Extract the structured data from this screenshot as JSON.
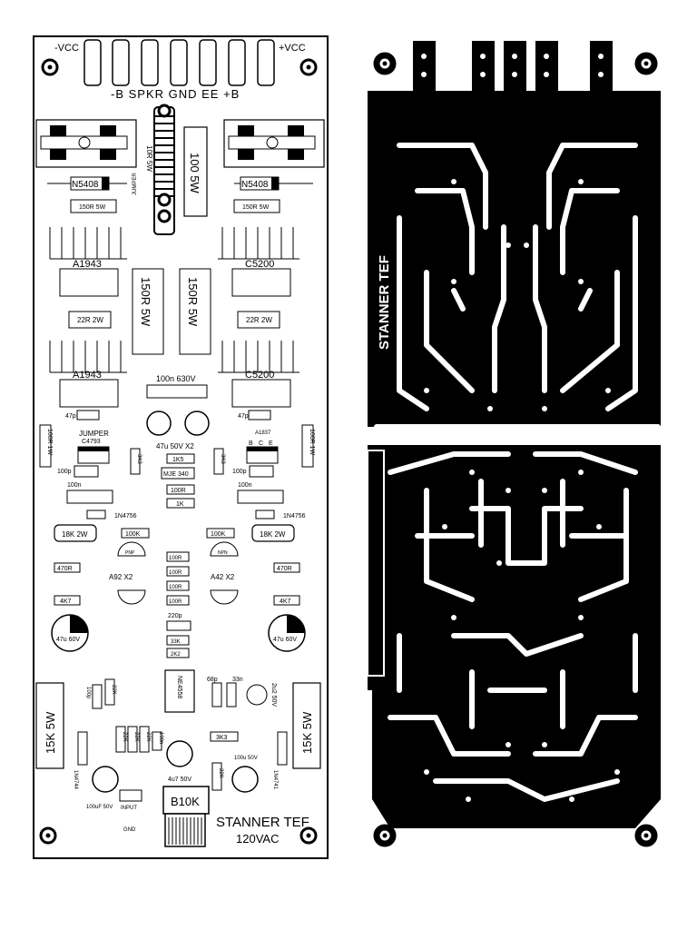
{
  "overlay": {
    "top": {
      "vcc_neg": "-VCC",
      "vcc_pos": "+VCC",
      "terminals": "-B SPKR GND EE +B"
    },
    "diodes": [
      "N5408",
      "N5408"
    ],
    "resistors_top": [
      "150R 5W",
      "150R 5W",
      "10R 5W",
      "100 5W"
    ],
    "jumper_small": "JUMPER",
    "transistors_upper": [
      "A1943",
      "C5200"
    ],
    "power_resistors": [
      "150R 5W",
      "150R 5W"
    ],
    "emitter_resistors": [
      "22R 2W",
      "22R 2W"
    ],
    "transistors_lower": [
      "A1943",
      "C5200"
    ],
    "cap_film": "100n 630V",
    "caps_mid": [
      "47p",
      "47p",
      "47u 50V X2",
      "100p",
      "100p",
      "100n",
      "100n"
    ],
    "drivers": [
      "C4793",
      "A1837",
      "MJE 340"
    ],
    "driver_pins": [
      "B",
      "C",
      "E"
    ],
    "jumper": "JUMPER",
    "res_side": [
      "100R 1W",
      "100R 1W"
    ],
    "res_mid": [
      "1K5",
      "100R",
      "1K",
      "3K3",
      "3K3"
    ],
    "zeners": [
      "1N4756",
      "1N4756"
    ],
    "res_18k": [
      "18K 2W",
      "18K 2W"
    ],
    "res_100k": [
      "100K",
      "100K"
    ],
    "small_tr": [
      "A92 X2",
      "A42 X2"
    ],
    "tr_marks": [
      "PNP",
      "NPN"
    ],
    "res_470": [
      "470R",
      "470R"
    ],
    "res_4k7": [
      "4K7",
      "4K7"
    ],
    "res_100r_stack": [
      "100R",
      "100R",
      "100R",
      "100R"
    ],
    "cap_220p": "220p",
    "res_33k_2k2": [
      "33K",
      "2K2"
    ],
    "caps_47u": [
      "47u 60V",
      "47u 60V"
    ],
    "opamp": "NE4558",
    "caps_input": [
      "68p",
      "33n",
      "2u2 50V",
      "100p",
      "100n",
      "4u7 50V",
      "100u 50V",
      "100uF 50V"
    ],
    "res_input": [
      "22K",
      "22K",
      "22K",
      "22K",
      "22K",
      "3K3",
      "3K3"
    ],
    "res_15k": [
      "15K 5W",
      "15K 5W"
    ],
    "diodes_bottom": [
      "1N4744",
      "1N4741"
    ],
    "input": "INPUT",
    "gnd": "GND",
    "pot": "B10K",
    "brand": "STANNER TEF",
    "voltage": "120VAC"
  },
  "pcb": {
    "brand": "STANNER TEF"
  }
}
